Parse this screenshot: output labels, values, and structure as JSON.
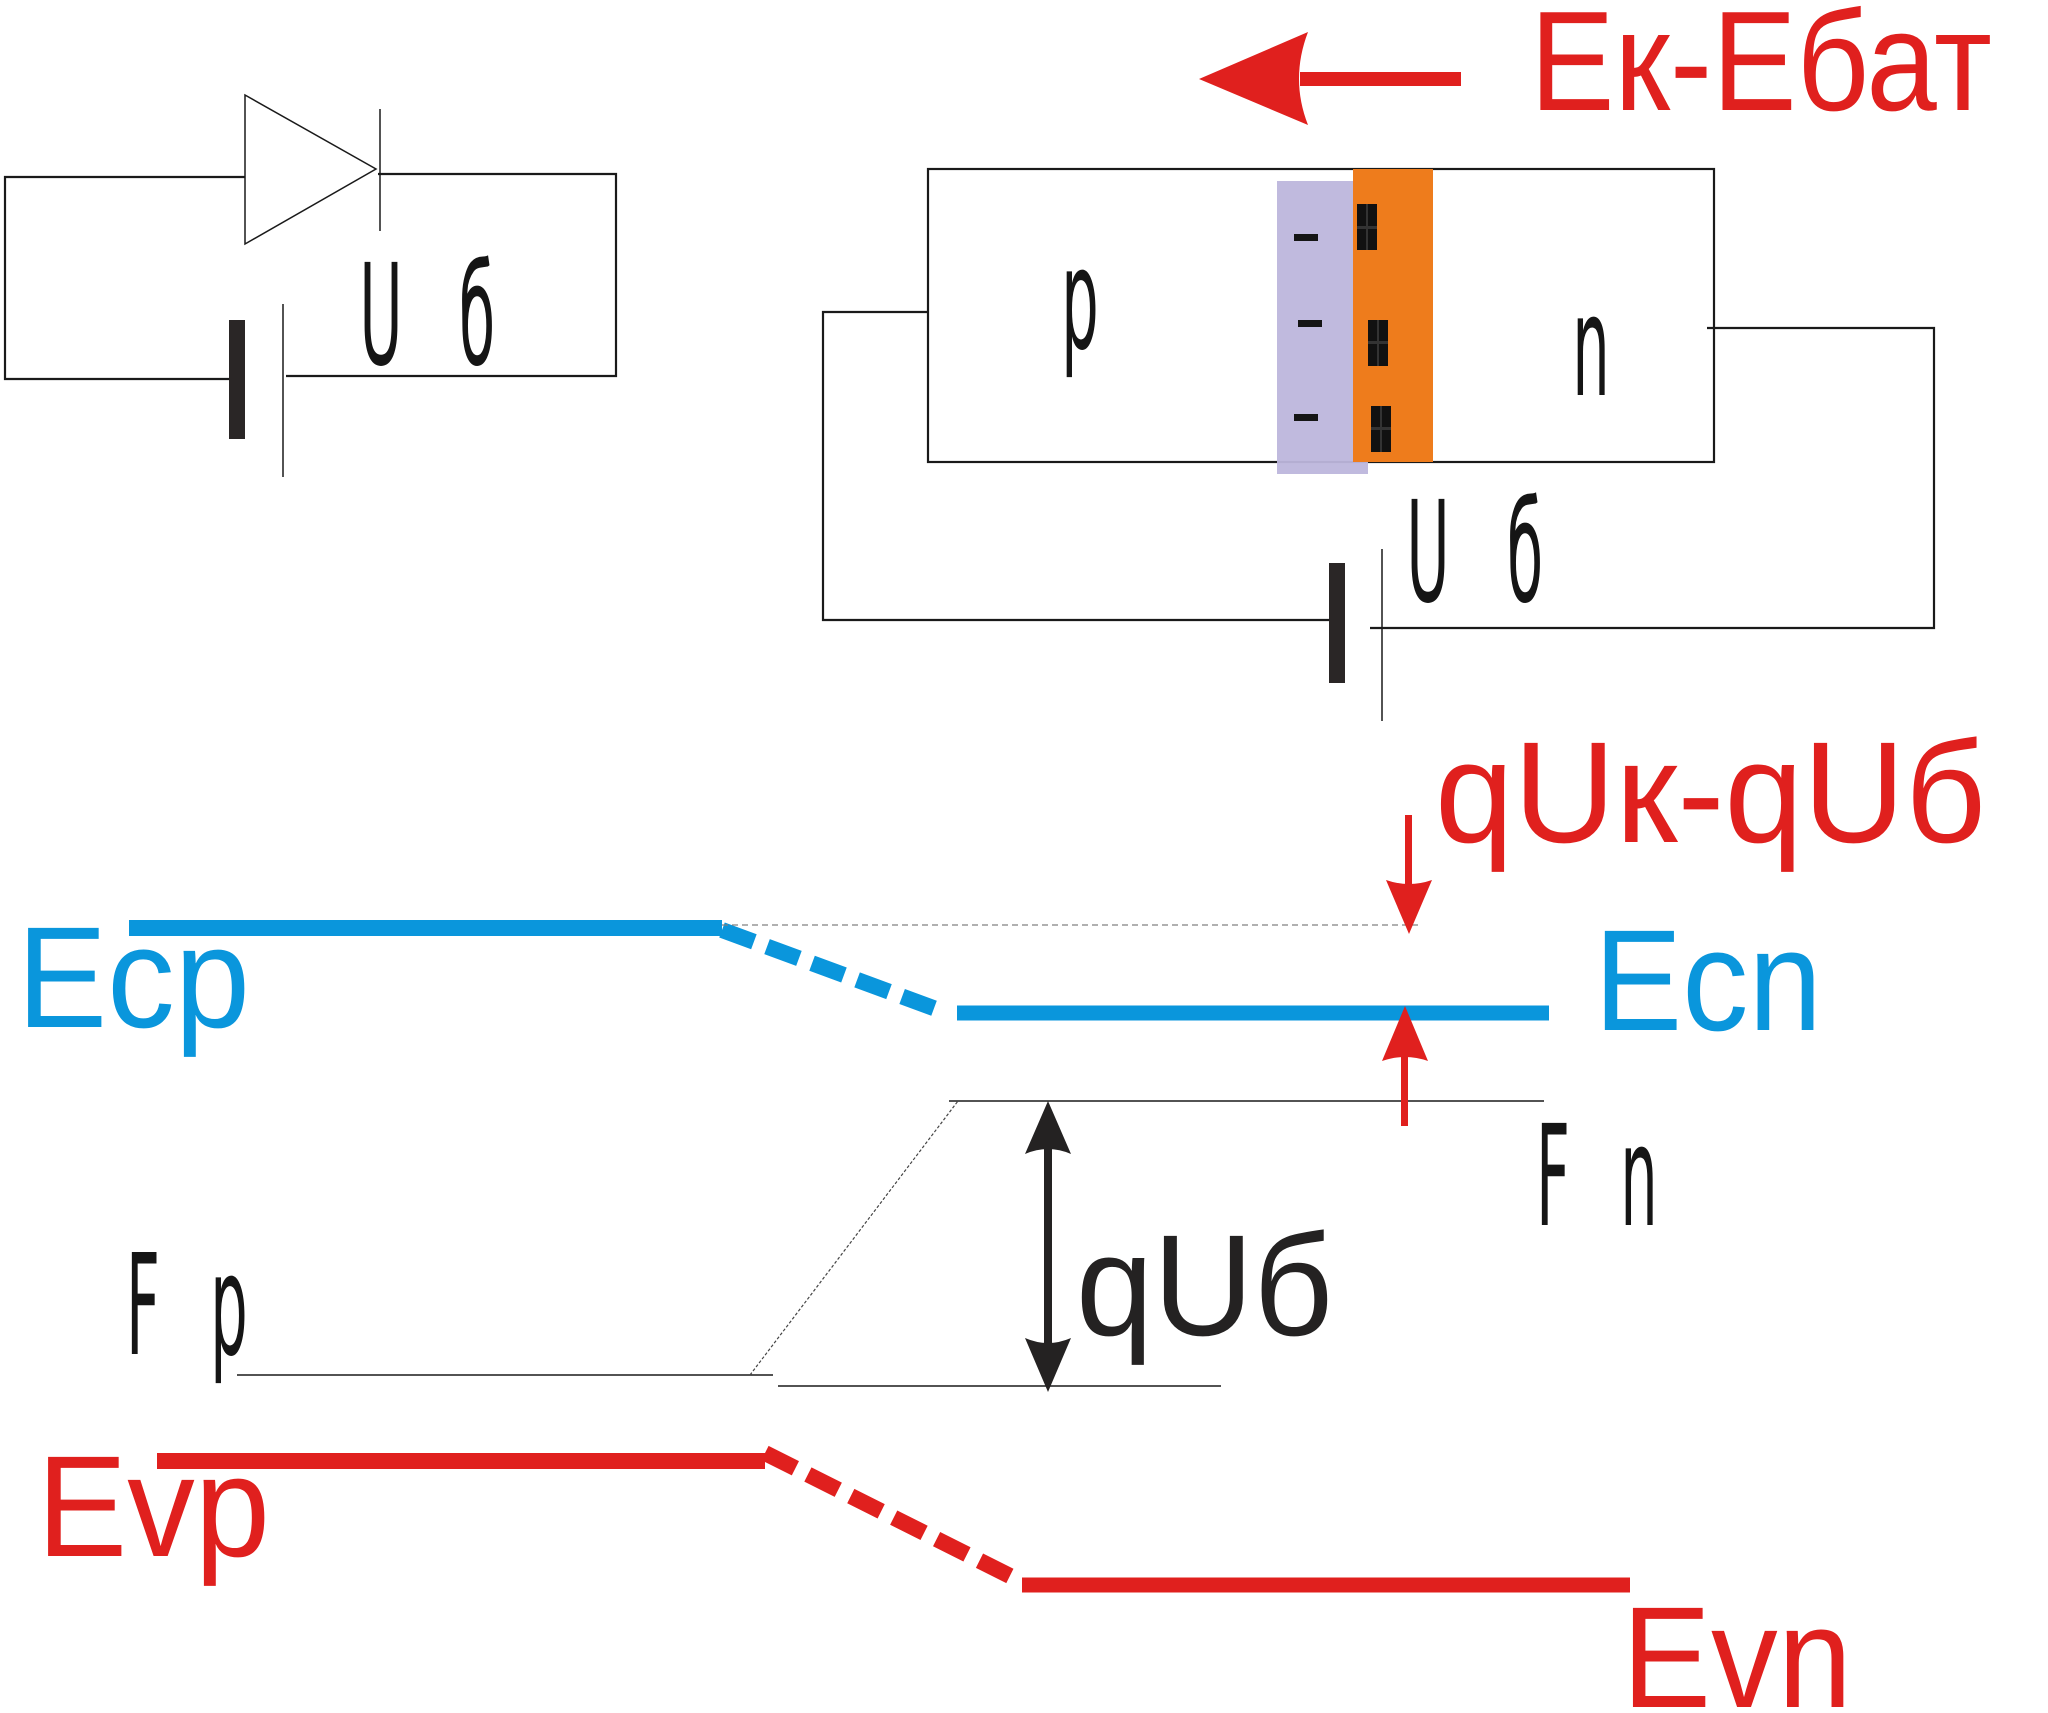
{
  "colors": {
    "conduction_band": "#0a96dc",
    "valence_band": "#e0201e",
    "annotation_red": "#e0201e",
    "depletion_p": "#bdb6dc",
    "depletion_n": "#ee7c1c",
    "ink": "#1a1a1a"
  },
  "circuit_simple": {
    "component": "diode",
    "battery_label_u": "U",
    "battery_label_sub": "б"
  },
  "pn_junction": {
    "p_label": "p",
    "n_label": "n",
    "negative_charge_symbols": [
      "-",
      "-",
      "-"
    ],
    "positive_charge_symbols": [
      "+",
      "+",
      "+"
    ],
    "battery_label_u": "U",
    "battery_label_sub": "б",
    "field_arrow_direction": "left",
    "field_label": "Ек-Ебат"
  },
  "band_diagram": {
    "ec_p_label": "Ecp",
    "ec_n_label": "Ecn",
    "ev_p_label": "Evp",
    "ev_n_label": "Evn",
    "fermi_p_label_main": "F",
    "fermi_p_label_sub": "p",
    "fermi_n_label_main": "F",
    "fermi_n_label_sub": "n",
    "barrier_label": "qUк-qUб",
    "bias_label": "qUб"
  }
}
